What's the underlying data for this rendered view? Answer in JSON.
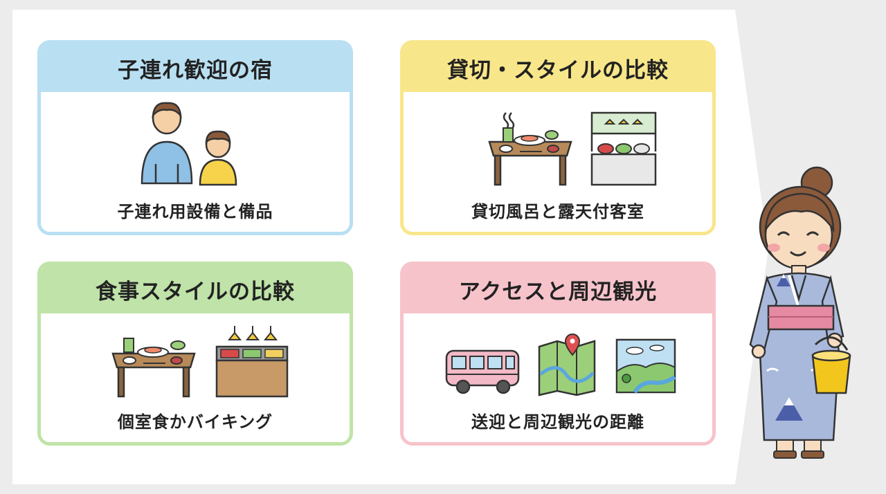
{
  "cards": [
    {
      "title": "子連れ歓迎の宿",
      "caption": "子連れ用設備と備品",
      "icons": [
        "parent-icon",
        "child-icon"
      ]
    },
    {
      "title": "貸切・スタイルの比較",
      "caption": "貸切風呂と露天付客室",
      "icons": [
        "room-dining-table-icon",
        "buffet-counter-icon"
      ]
    },
    {
      "title": "食事スタイルの比較",
      "caption": "個室食かバイキング",
      "icons": [
        "dining-table-icon",
        "buffet-icon"
      ]
    },
    {
      "title": "アクセスと周辺観光",
      "caption": "送迎と周辺観光の距離",
      "icons": [
        "bus-icon",
        "map-pin-icon",
        "landscape-icon"
      ]
    }
  ],
  "colors": {
    "blue": "#b9dff2",
    "yellow": "#f8e68a",
    "green": "#bfe3a8",
    "pink": "#f7c3cb"
  }
}
